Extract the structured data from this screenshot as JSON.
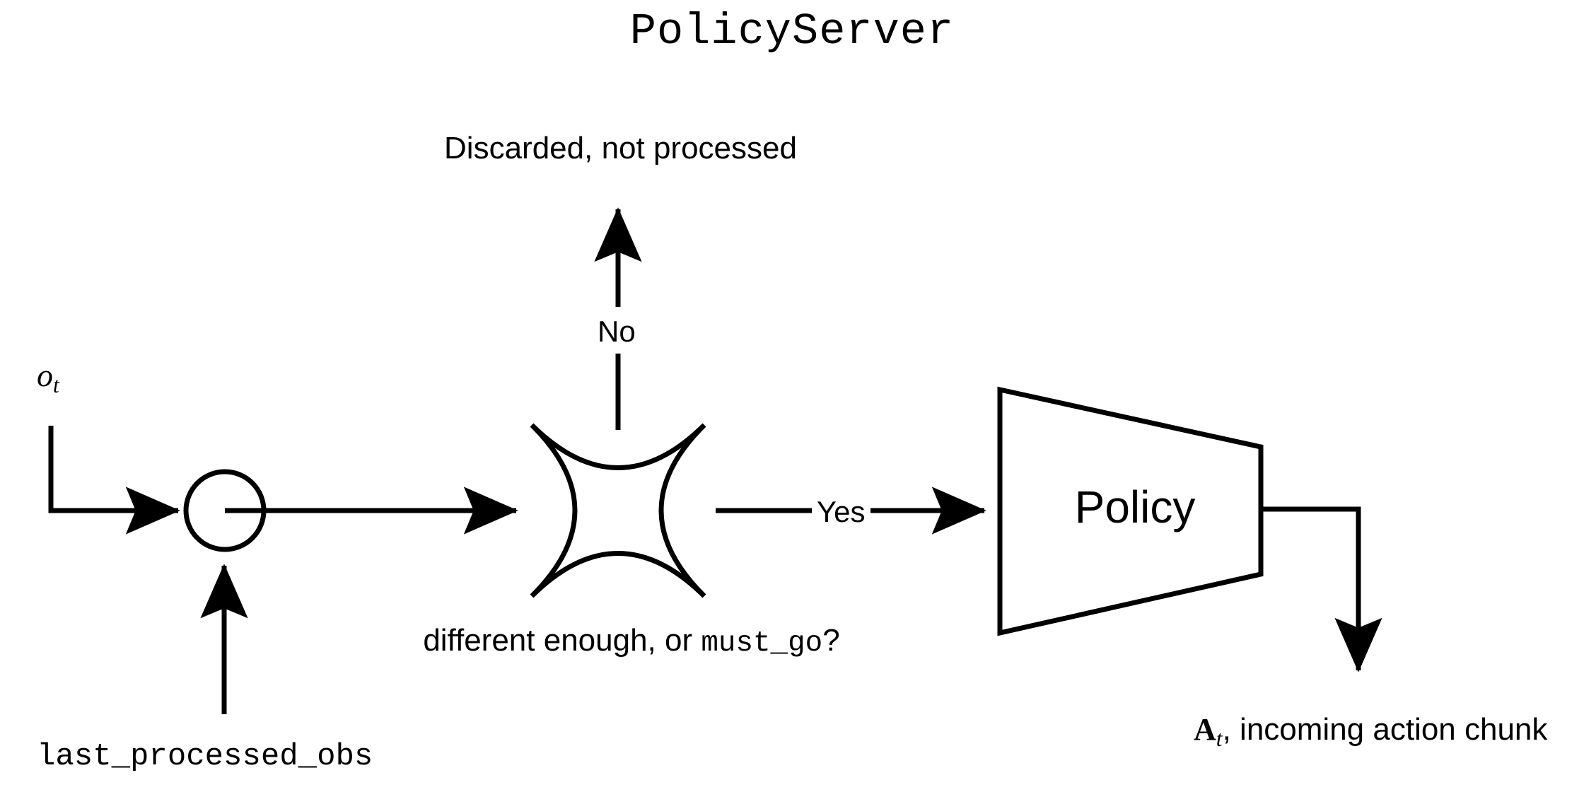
{
  "diagram": {
    "title": "PolicyServer",
    "background_color": "#ffffff",
    "stroke_color": "#000000",
    "nodes": {
      "merge_node": {
        "shape": "circle",
        "label": ""
      },
      "decision_node": {
        "shape": "four-point-concave-star",
        "label": ""
      },
      "policy_node": {
        "shape": "trapezoid",
        "label": "Policy"
      }
    },
    "labels": {
      "discarded": "Discarded, not processed",
      "branch_no": "No",
      "branch_yes": "Yes",
      "observation_symbol": "o",
      "observation_subscript": "t",
      "last_processed_obs": "last_processed_obs",
      "question_prefix": "different enough, or ",
      "question_code": "must_go",
      "question_suffix": "?",
      "action_chunk_symbol": "A",
      "action_chunk_subscript": "t",
      "action_chunk_text": ", incoming action chunk"
    },
    "edges": [
      {
        "name": "obs-to-merge",
        "from": "o_t",
        "to": "merge_node",
        "arrow": true
      },
      {
        "name": "lastobs-to-merge",
        "from": "last_processed_obs",
        "to": "merge_node",
        "arrow": true
      },
      {
        "name": "merge-to-decision",
        "from": "merge_node",
        "to": "decision_node",
        "arrow": true
      },
      {
        "name": "decision-no",
        "from": "decision_node",
        "to": "discarded",
        "arrow": true,
        "label": "No"
      },
      {
        "name": "decision-yes",
        "from": "decision_node",
        "to": "policy_node",
        "arrow": true,
        "label": "Yes"
      },
      {
        "name": "policy-to-chunk",
        "from": "policy_node",
        "to": "action_chunk",
        "arrow": true
      }
    ]
  }
}
